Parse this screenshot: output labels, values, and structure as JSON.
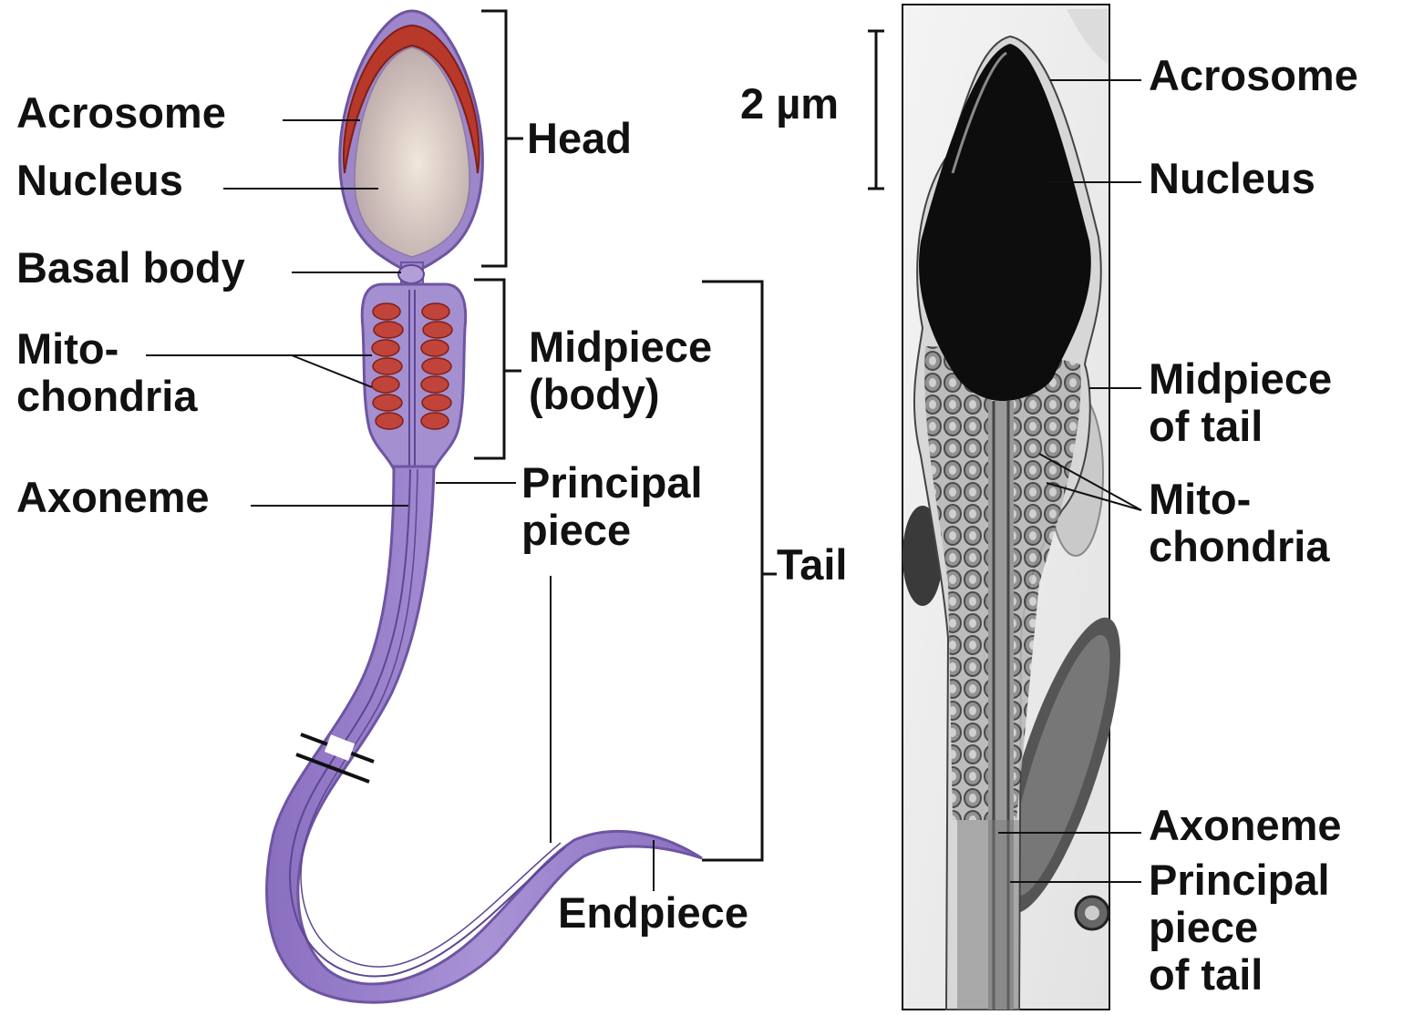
{
  "left_diagram": {
    "labels": {
      "acrosome": "Acrosome",
      "nucleus": "Nucleus",
      "basal_body": "Basal body",
      "mitochondria": "Mito-\nchondria",
      "axoneme": "Axoneme",
      "head": "Head",
      "midpiece": "Midpiece\n(body)",
      "principal_piece": "Principal\npiece",
      "tail": "Tail",
      "endpiece": "Endpiece"
    }
  },
  "micrograph": {
    "scale_bar": "2 µm",
    "labels": {
      "acrosome": "Acrosome",
      "nucleus": "Nucleus",
      "midpiece": "Midpiece\nof tail",
      "mitochondria": "Mito-\nchondria",
      "axoneme": "Axoneme",
      "principal_piece": "Principal\npiece\nof tail"
    }
  },
  "colors": {
    "cell_body": "#9d86c9",
    "cell_outline": "#7a62ad",
    "nucleus": "#d9c9b8",
    "acrosome": "#b8382a",
    "mitochondria": "#c0443a",
    "micrograph_dark": "#0d0d0d"
  }
}
